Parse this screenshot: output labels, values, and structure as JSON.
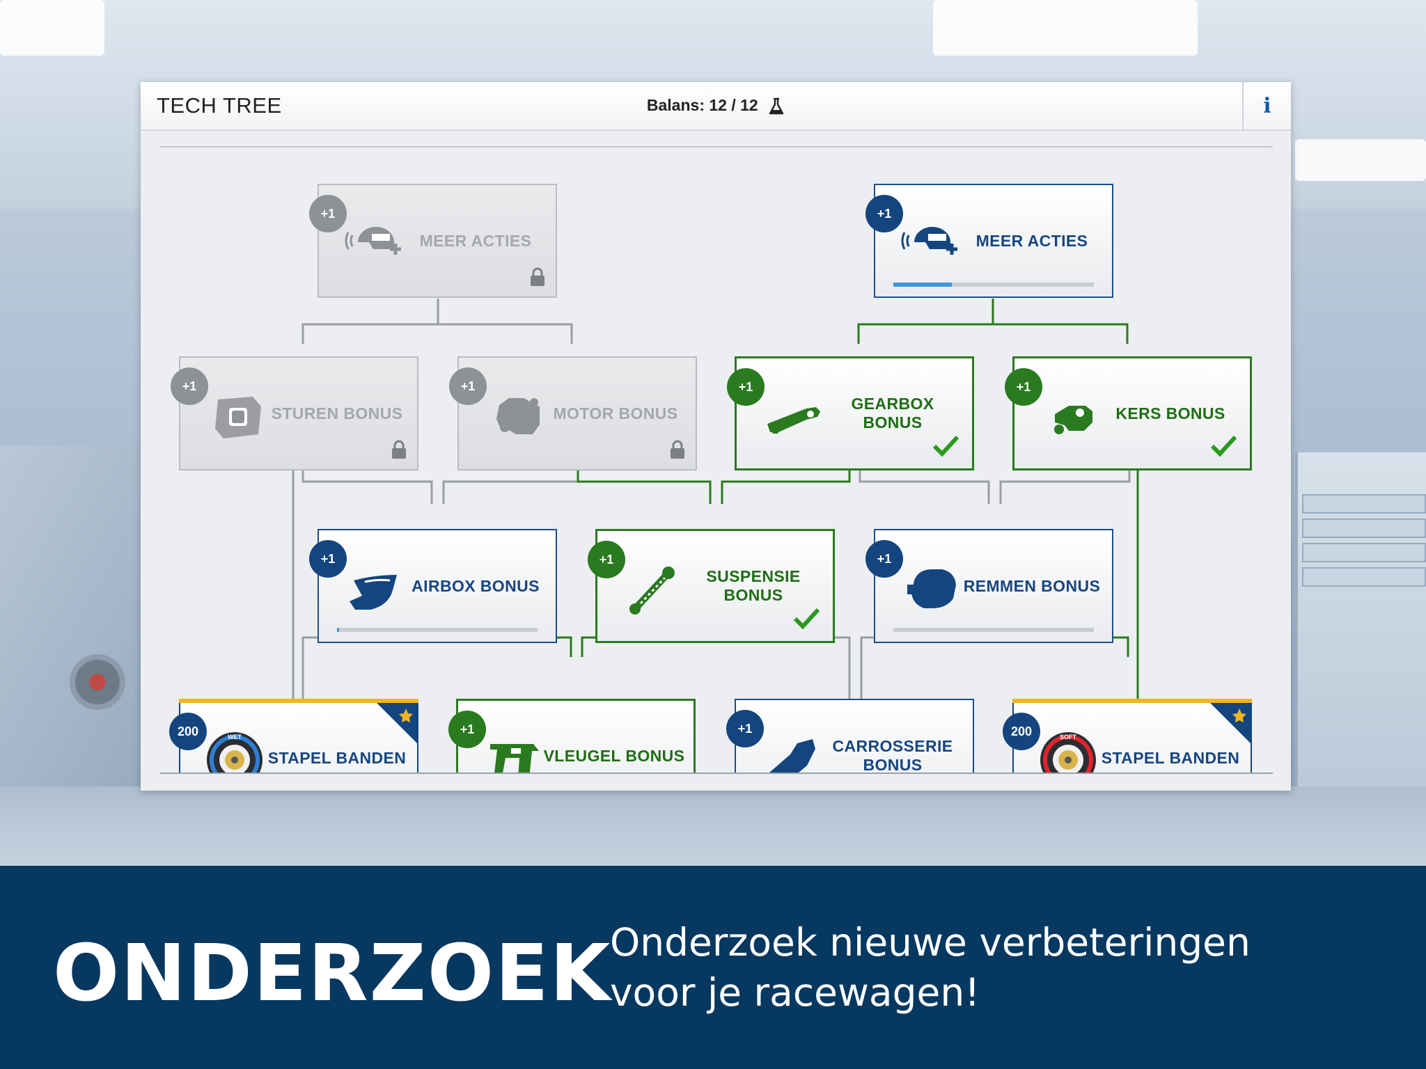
{
  "header": {
    "title": "TECH TREE",
    "balance": "Balans: 12 / 12",
    "info_label": "i"
  },
  "nodes": [
    {
      "id": "meer-acties-locked",
      "label": "MEER ACTIES",
      "badge": "+1",
      "state": "locked",
      "icon": "helmet-plus-icon"
    },
    {
      "id": "meer-acties",
      "label": "MEER ACTIES",
      "badge": "+1",
      "state": "available",
      "icon": "helmet-plus-icon",
      "progress": 0.29
    },
    {
      "id": "sturen-bonus",
      "label": "STUREN BONUS",
      "badge": "+1",
      "state": "locked",
      "icon": "steering-wheel-icon"
    },
    {
      "id": "motor-bonus",
      "label": "MOTOR BONUS",
      "badge": "+1",
      "state": "locked",
      "icon": "engine-icon"
    },
    {
      "id": "gearbox-bonus",
      "label": "GEARBOX BONUS",
      "badge": "+1",
      "state": "completed",
      "icon": "gearbox-icon"
    },
    {
      "id": "kers-bonus",
      "label": "KERS BONUS",
      "badge": "+1",
      "state": "completed",
      "icon": "kers-icon"
    },
    {
      "id": "airbox-bonus",
      "label": "AIRBOX BONUS",
      "badge": "+1",
      "state": "available",
      "icon": "airbox-icon",
      "progress": 0.01
    },
    {
      "id": "suspensie-bonus",
      "label": "SUSPENSIE BONUS",
      "badge": "+1",
      "state": "completed",
      "icon": "suspension-icon"
    },
    {
      "id": "remmen-bonus",
      "label": "REMMEN BONUS",
      "badge": "+1",
      "state": "available",
      "icon": "brake-icon",
      "progress": 0
    },
    {
      "id": "stapel-banden-wet",
      "label": "STAPEL BANDEN",
      "badge": "200",
      "state": "starred",
      "icon": "wet-tyre-icon",
      "tyre_text": "WET"
    },
    {
      "id": "vleugel-bonus",
      "label": "VLEUGEL BONUS",
      "badge": "+1",
      "state": "completed",
      "icon": "wing-icon"
    },
    {
      "id": "carrosserie-bonus",
      "label": "CARROSSERIE BONUS",
      "badge": "+1",
      "state": "available",
      "icon": "body-icon"
    },
    {
      "id": "stapel-banden-soft",
      "label": "STAPEL BANDEN",
      "badge": "200",
      "state": "starred",
      "icon": "soft-tyre-icon",
      "tyre_text": "SOFT"
    }
  ],
  "colors": {
    "locked": "#8e9195",
    "available": "#14457f",
    "completed": "#2a7a1f",
    "progress": "#3f95de",
    "star": "#f2b51f",
    "footer": "#073860"
  },
  "footer": {
    "title": "ONDERZOEK",
    "line1": "Onderzoek nieuwe verbeteringen",
    "line2": "voor je racewagen!"
  }
}
